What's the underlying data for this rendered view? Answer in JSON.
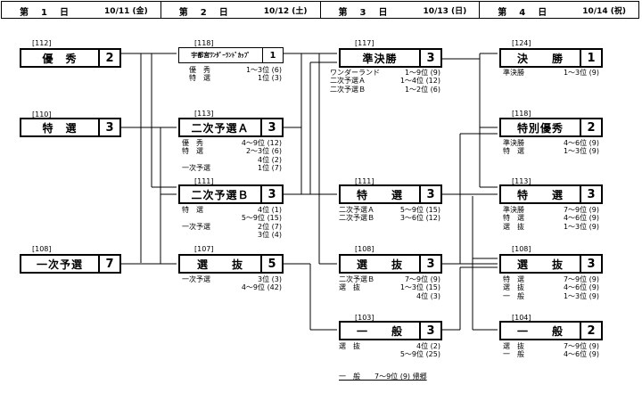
{
  "days": [
    {
      "label": "第　1　日",
      "date": "10/11 (金)"
    },
    {
      "label": "第　2　日",
      "date": "10/12 (土)"
    },
    {
      "label": "第　3　日",
      "date": "10/13 (日)"
    },
    {
      "label": "第　4　日",
      "date": "10/14 (祝)"
    }
  ],
  "boxes": {
    "d1_yusyu": {
      "code": "[112]",
      "name": "優　秀",
      "count": "2"
    },
    "d1_tokusen": {
      "code": "[110]",
      "name": "特　選",
      "count": "3"
    },
    "d1_ichiji": {
      "code": "[108]",
      "name": "一次予選",
      "count": "7"
    },
    "d2_wonder": {
      "code": "[118]",
      "name": "宇都宮ﾜﾝﾀﾞｰﾗﾝﾄﾞｶｯﾌﾟ",
      "count": "1"
    },
    "d2_niA": {
      "code": "[113]",
      "name": "二次予選Ａ",
      "count": "3"
    },
    "d2_niB": {
      "code": "[111]",
      "name": "二次予選Ｂ",
      "count": "3"
    },
    "d2_senbatsu": {
      "code": "[107]",
      "name": "選　　抜",
      "count": "5"
    },
    "d3_jun": {
      "code": "[117]",
      "name": "準決勝",
      "count": "3"
    },
    "d3_tokusen": {
      "code": "[111]",
      "name": "特　　選",
      "count": "3"
    },
    "d3_senbatsu": {
      "code": "[108]",
      "name": "選　　抜",
      "count": "3"
    },
    "d3_ippan": {
      "code": "[103]",
      "name": "一　　般",
      "count": "3"
    },
    "d4_kessho": {
      "code": "[124]",
      "name": "決　　勝",
      "count": "1"
    },
    "d4_tokubetsu": {
      "code": "[118]",
      "name": "特別優秀",
      "count": "2"
    },
    "d4_tokusen": {
      "code": "[113]",
      "name": "特　　選",
      "count": "3"
    },
    "d4_senbatsu": {
      "code": "[108]",
      "name": "選　　抜",
      "count": "3"
    },
    "d4_ippan": {
      "code": "[104]",
      "name": "一　　般",
      "count": "2"
    }
  },
  "details": {
    "d2_wonder": [
      [
        "優　秀",
        "1～3位 (6)"
      ],
      [
        "特　選",
        "1位 (3)"
      ]
    ],
    "d2_niA": [
      [
        "優　秀",
        "4～9位 (12)"
      ],
      [
        "特　選",
        "2～3位 (6)"
      ],
      [
        "",
        "4位 (2)"
      ],
      [
        "一次予選",
        "1位 (7)"
      ]
    ],
    "d2_niB": [
      [
        "特　選",
        "4位 (1)"
      ],
      [
        "",
        "5～9位 (15)"
      ],
      [
        "一次予選",
        "2位 (7)"
      ],
      [
        "",
        "3位 (4)"
      ]
    ],
    "d2_senbatsu": [
      [
        "一次予選",
        "3位 (3)"
      ],
      [
        "",
        "4～9位 (42)"
      ]
    ],
    "d3_jun": [
      [
        "ワンダーランド",
        "1～9位 (9)"
      ],
      [
        "二次予選Ａ",
        "1～4位 (12)"
      ],
      [
        "二次予選Ｂ",
        "1～2位 (6)"
      ]
    ],
    "d3_tokusen": [
      [
        "二次予選Ａ",
        "5～9位 (15)"
      ],
      [
        "二次予選Ｂ",
        "3～6位 (12)"
      ]
    ],
    "d3_senbatsu": [
      [
        "二次予選Ｂ",
        "7～9位 (9)"
      ],
      [
        "選　抜",
        "1～3位 (15)"
      ],
      [
        "",
        "4位 (3)"
      ]
    ],
    "d3_ippan": [
      [
        "選　抜",
        "4位 (2)"
      ],
      [
        "",
        "5～9位 (25)"
      ]
    ],
    "d4_kessho": [
      [
        "準決勝",
        "1～3位 (9)"
      ]
    ],
    "d4_tokubetsu": [
      [
        "準決勝",
        "4～6位 (9)"
      ],
      [
        "特　選",
        "1～3位 (9)"
      ]
    ],
    "d4_tokusen": [
      [
        "準決勝",
        "7～9位 (9)"
      ],
      [
        "特　選",
        "4～6位 (9)"
      ],
      [
        "選　抜",
        "1～3位 (9)"
      ]
    ],
    "d4_senbatsu": [
      [
        "特　選",
        "7～9位 (9)"
      ],
      [
        "選　抜",
        "4～6位 (9)"
      ],
      [
        "一　般",
        "1～3位 (9)"
      ]
    ],
    "d4_ippan": [
      [
        "選　抜",
        "7～9位 (9)"
      ],
      [
        "一　般",
        "4～6位 (9)"
      ]
    ]
  },
  "note": "一　般　　7～9位 (9) 帰郷"
}
